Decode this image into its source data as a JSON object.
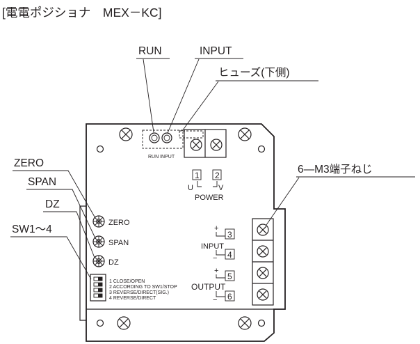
{
  "title": "[電電ポジショナ　MEX－KC]",
  "callouts": {
    "run": "RUN",
    "input": "INPUT",
    "fuse": "ヒューズ(下側)",
    "zero": "ZERO",
    "span": "SPAN",
    "dz": "DZ",
    "sw": "SW1～4",
    "terminal_screws": "6―M3端子ねじ"
  },
  "board": {
    "led_label": "RUN INPUT",
    "terminal_1": "1",
    "terminal_2": "2",
    "u_label": "U",
    "v_label": "V",
    "power_label": "POWER",
    "zero_label": "ZERO",
    "span_label": "SPAN",
    "dz_label": "DZ",
    "sw_descriptions": [
      "1 CLOSE/OPEN",
      "2 ACCORDING TO SW1/STOP",
      "3 REVERSE/DIRECT(SIG.)",
      "4 REVERSE/DIRECT"
    ],
    "input_label": "INPUT",
    "output_label": "OUTPUT",
    "terminal_3": "3",
    "terminal_4": "4",
    "terminal_5": "5",
    "terminal_6": "6",
    "plus_3": "+",
    "minus_4": "−",
    "plus_5": "+",
    "minus_6": "−"
  }
}
